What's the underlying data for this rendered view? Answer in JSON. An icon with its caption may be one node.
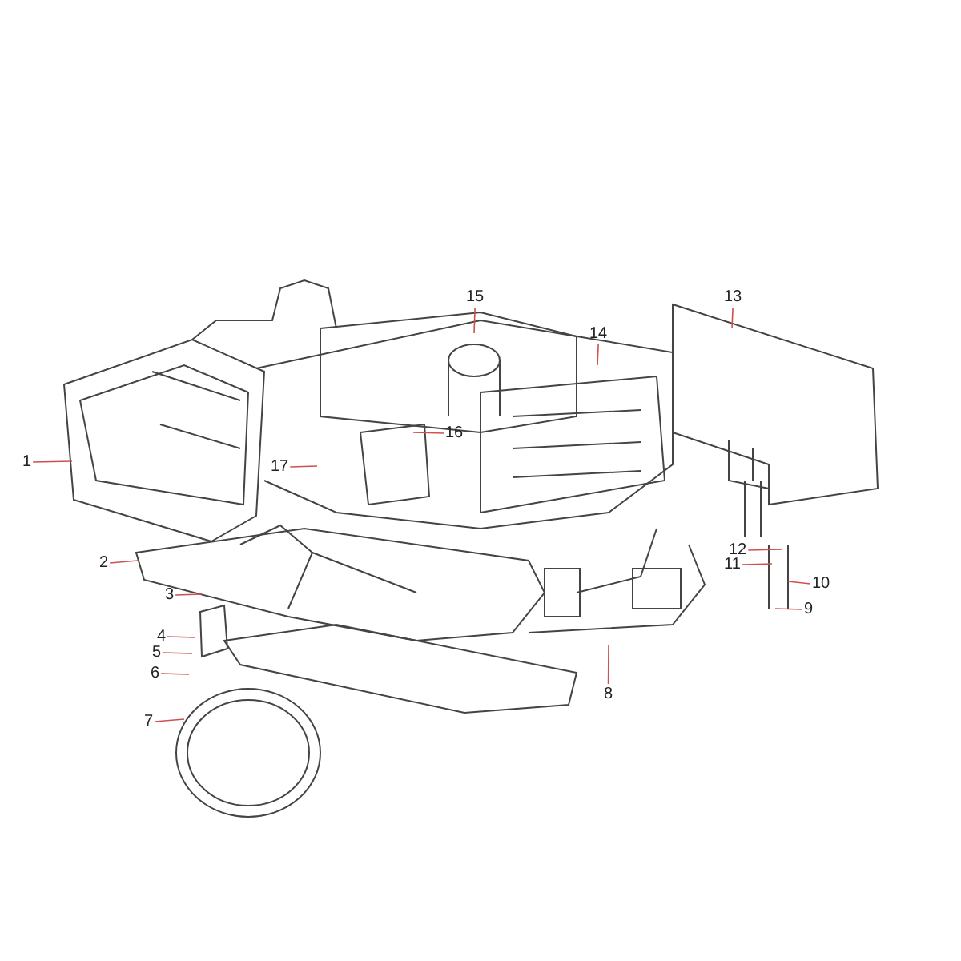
{
  "diagram": {
    "nodes": [
      {
        "text": [
          "1"
        ]
      },
      {
        "text": [
          "2"
        ]
      },
      {
        "text": [
          "3"
        ]
      },
      {
        "text": [
          "4"
        ]
      },
      {
        "text": [
          "5"
        ]
      },
      {
        "text": [
          "6"
        ]
      },
      {
        "text": [
          "7"
        ]
      },
      {
        "text": [
          "8"
        ]
      },
      {
        "text": [
          "9"
        ]
      },
      {
        "text": [
          "10"
        ]
      },
      {
        "text": [
          "11"
        ]
      },
      {
        "text": [
          "12"
        ]
      },
      {
        "text": [
          "13"
        ]
      },
      {
        "text": [
          "14"
        ]
      },
      {
        "text": [
          "15"
        ]
      },
      {
        "text": [
          "16"
        ]
      },
      {
        "text": [
          "17"
        ]
      }
    ],
    "edges": [
      {
        "from": 0,
        "to": null,
        "arrow": "none"
      },
      {
        "from": 1,
        "to": null,
        "arrow": "none"
      },
      {
        "from": 2,
        "to": null,
        "arrow": "none"
      },
      {
        "from": 3,
        "to": null,
        "arrow": "none"
      },
      {
        "from": 4,
        "to": null,
        "arrow": "none"
      },
      {
        "from": 5,
        "to": null,
        "arrow": "none"
      },
      {
        "from": 6,
        "to": null,
        "arrow": "none"
      },
      {
        "from": 7,
        "to": null,
        "arrow": "none"
      },
      {
        "from": 8,
        "to": null,
        "arrow": "none"
      },
      {
        "from": 9,
        "to": null,
        "arrow": "none"
      },
      {
        "from": 10,
        "to": null,
        "arrow": "none"
      },
      {
        "from": 11,
        "to": null,
        "arrow": "none"
      },
      {
        "from": 12,
        "to": null,
        "arrow": "none"
      },
      {
        "from": 13,
        "to": null,
        "arrow": "none"
      },
      {
        "from": 14,
        "to": null,
        "arrow": "none"
      },
      {
        "from": 15,
        "to": null,
        "arrow": "none"
      },
      {
        "from": 16,
        "to": null,
        "arrow": "none"
      }
    ]
  }
}
